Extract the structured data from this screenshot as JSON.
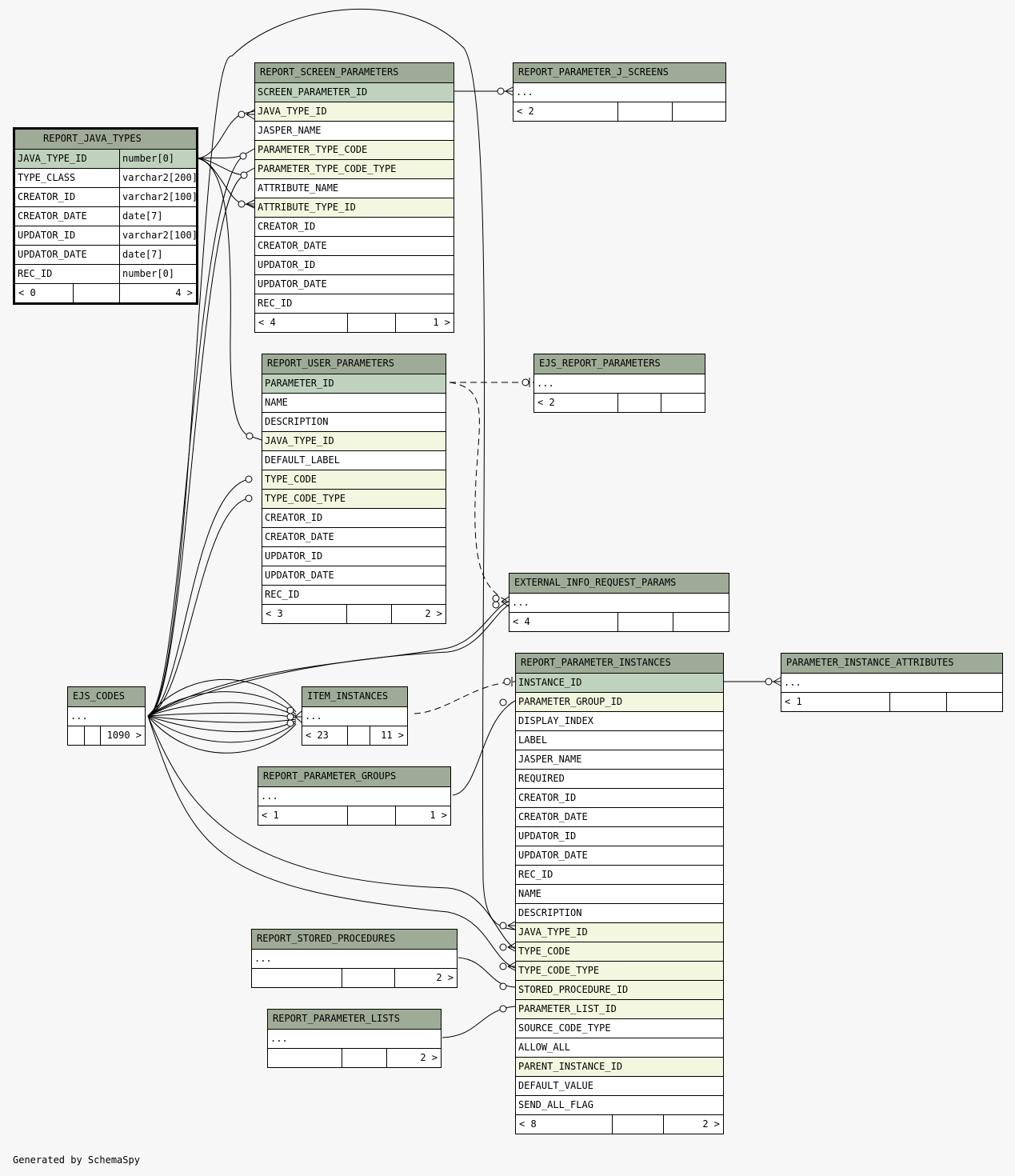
{
  "credit": "Generated by SchemaSpy",
  "tables": {
    "report_java_types": {
      "name": "REPORT_JAVA_TYPES",
      "columns": [
        {
          "name": "JAVA_TYPE_ID",
          "type": "number[0]"
        },
        {
          "name": "TYPE_CLASS",
          "type": "varchar2[200]"
        },
        {
          "name": "CREATOR_ID",
          "type": "varchar2[100]"
        },
        {
          "name": "CREATOR_DATE",
          "type": "date[7]"
        },
        {
          "name": "UPDATOR_ID",
          "type": "varchar2[100]"
        },
        {
          "name": "UPDATOR_DATE",
          "type": "date[7]"
        },
        {
          "name": "REC_ID",
          "type": "number[0]"
        }
      ],
      "footer": {
        "left": "< 0",
        "right": "4 >"
      }
    },
    "report_screen_parameters": {
      "name": "REPORT_SCREEN_PARAMETERS",
      "columns": [
        "SCREEN_PARAMETER_ID",
        "JAVA_TYPE_ID",
        "JASPER_NAME",
        "PARAMETER_TYPE_CODE",
        "PARAMETER_TYPE_CODE_TYPE",
        "ATTRIBUTE_NAME",
        "ATTRIBUTE_TYPE_ID",
        "CREATOR_ID",
        "CREATOR_DATE",
        "UPDATOR_ID",
        "UPDATOR_DATE",
        "REC_ID"
      ],
      "footer": {
        "left": "< 4",
        "right": "1 >"
      }
    },
    "report_parameter_j_screens": {
      "name": "REPORT_PARAMETER_J_SCREENS",
      "columns": [
        "..."
      ],
      "footer": {
        "left": "< 2",
        "right": ""
      }
    },
    "report_user_parameters": {
      "name": "REPORT_USER_PARAMETERS",
      "columns": [
        "PARAMETER_ID",
        "NAME",
        "DESCRIPTION",
        "JAVA_TYPE_ID",
        "DEFAULT_LABEL",
        "TYPE_CODE",
        "TYPE_CODE_TYPE",
        "CREATOR_ID",
        "CREATOR_DATE",
        "UPDATOR_ID",
        "UPDATOR_DATE",
        "REC_ID"
      ],
      "footer": {
        "left": "< 3",
        "right": "2 >"
      }
    },
    "ejs_report_parameters": {
      "name": "EJS_REPORT_PARAMETERS",
      "columns": [
        "..."
      ],
      "footer": {
        "left": "< 2",
        "right": ""
      }
    },
    "external_info_request_params": {
      "name": "EXTERNAL_INFO_REQUEST_PARAMS",
      "columns": [
        "..."
      ],
      "footer": {
        "left": "< 4",
        "right": ""
      }
    },
    "ejs_codes": {
      "name": "EJS_CODES",
      "columns": [
        "..."
      ],
      "footer": {
        "left": "",
        "right": "1090 >"
      }
    },
    "item_instances": {
      "name": "ITEM_INSTANCES",
      "columns": [
        "..."
      ],
      "footer": {
        "left": "< 23",
        "right": "11 >"
      }
    },
    "report_parameter_groups": {
      "name": "REPORT_PARAMETER_GROUPS",
      "columns": [
        "..."
      ],
      "footer": {
        "left": "< 1",
        "right": "1 >"
      }
    },
    "report_parameter_instances": {
      "name": "REPORT_PARAMETER_INSTANCES",
      "columns": [
        "INSTANCE_ID",
        "PARAMETER_GROUP_ID",
        "DISPLAY_INDEX",
        "LABEL",
        "JASPER_NAME",
        "REQUIRED",
        "CREATOR_ID",
        "CREATOR_DATE",
        "UPDATOR_ID",
        "UPDATOR_DATE",
        "REC_ID",
        "NAME",
        "DESCRIPTION",
        "JAVA_TYPE_ID",
        "TYPE_CODE",
        "TYPE_CODE_TYPE",
        "STORED_PROCEDURE_ID",
        "PARAMETER_LIST_ID",
        "SOURCE_CODE_TYPE",
        "ALLOW_ALL",
        "PARENT_INSTANCE_ID",
        "DEFAULT_VALUE",
        "SEND_ALL_FLAG"
      ],
      "footer": {
        "left": "< 8",
        "right": "2 >"
      }
    },
    "parameter_instance_attributes": {
      "name": "PARAMETER_INSTANCE_ATTRIBUTES",
      "columns": [
        "..."
      ],
      "footer": {
        "left": "< 1",
        "right": ""
      }
    },
    "report_stored_procedures": {
      "name": "REPORT_STORED_PROCEDURES",
      "columns": [
        "..."
      ],
      "footer": {
        "left": "",
        "right": "2 >"
      }
    },
    "report_parameter_lists": {
      "name": "REPORT_PARAMETER_LISTS",
      "columns": [
        "..."
      ],
      "footer": {
        "left": "",
        "right": "2 >"
      }
    }
  }
}
